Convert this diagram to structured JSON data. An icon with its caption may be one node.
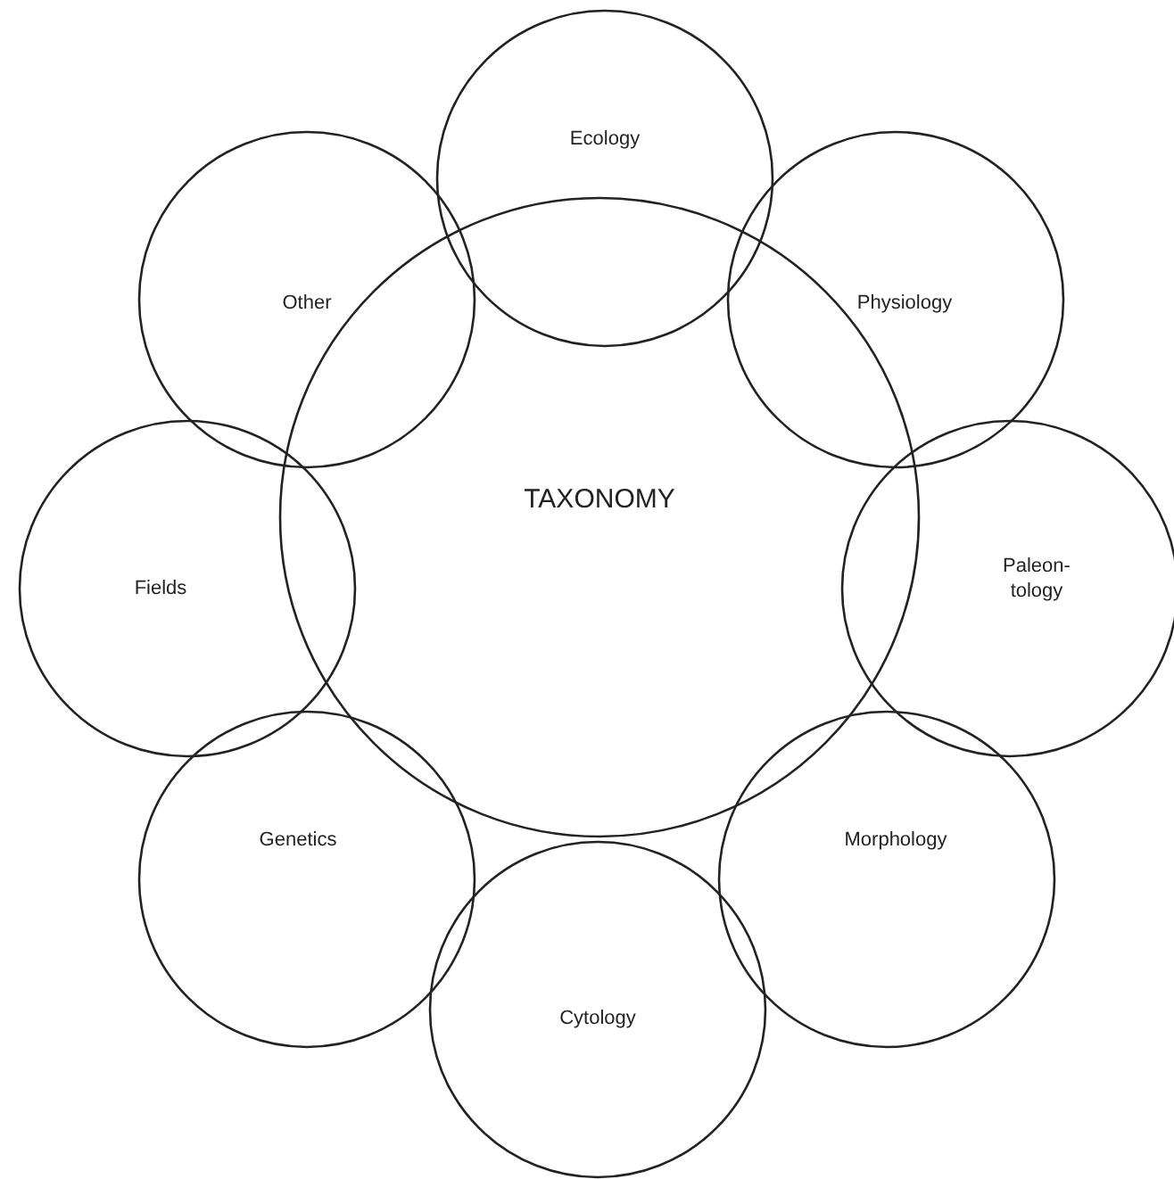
{
  "diagram": {
    "nodes": [
      {
        "text": [
          "TAXONOMY"
        ]
      },
      {
        "text": [
          "Ecology"
        ]
      },
      {
        "text": [
          "Physiology"
        ]
      },
      {
        "text": [
          "Paleon- tology"
        ]
      },
      {
        "text": [
          "Morphology"
        ]
      },
      {
        "text": [
          "Cytology"
        ]
      },
      {
        "text": [
          "Genetics"
        ]
      },
      {
        "text": [
          "Fields"
        ]
      },
      {
        "text": [
          "Other"
        ]
      }
    ]
  }
}
